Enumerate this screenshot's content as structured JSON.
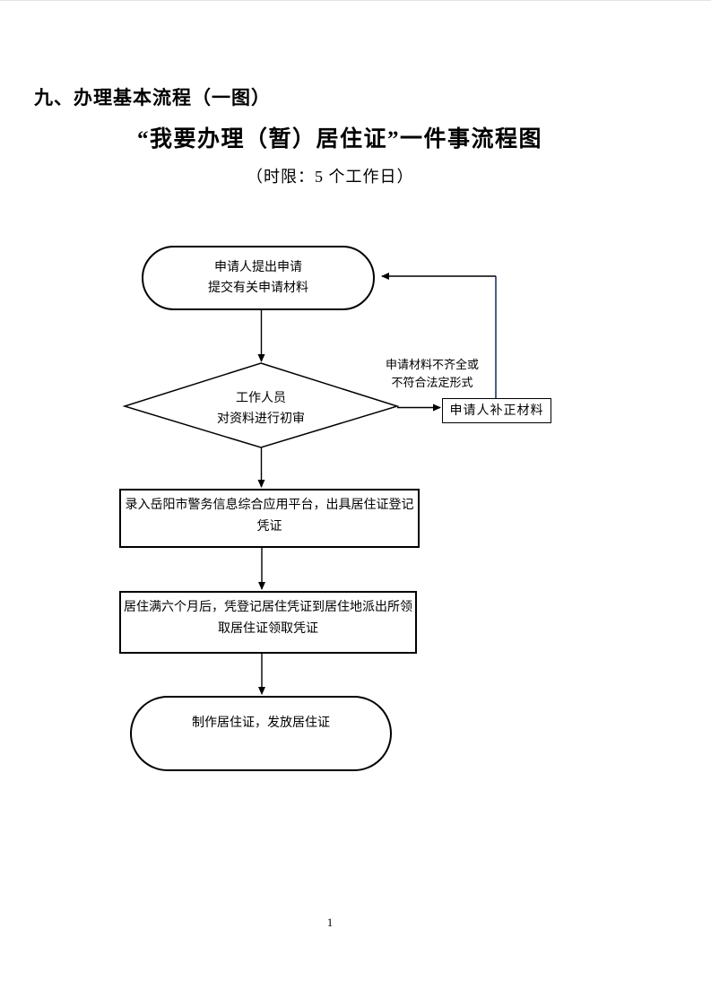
{
  "page": {
    "heading": "九、办理基本流程（一图）",
    "title": "“我要办理（暂）居住证”一件事流程图",
    "subtitle": "（时限：5 个工作日）",
    "page_number": "1"
  },
  "flowchart": {
    "start_oval": {
      "line1": "申请人提出申请",
      "line2": "提交有关申请材料"
    },
    "review_diamond": {
      "line1": "工作人员",
      "line2": "对资料进行初审"
    },
    "incomplete_label": {
      "line1": "申请材料不齐全或",
      "line2": "不符合法定形式"
    },
    "correction_box": {
      "label": "申请人补正材料"
    },
    "platform_box": {
      "line1": "录入岳阳市警务信息综合应用平台，出具居住证登记",
      "line2": "凭证"
    },
    "sixmonth_box": {
      "line1": "居住满六个月后，凭登记居住凭证到居住地派出所领",
      "line2": "取居住证领取凭证"
    },
    "end_oval": {
      "label": "制作居住证，发放居住证"
    },
    "colors": {
      "line": "#000000",
      "return_line": "#1f3864"
    }
  }
}
